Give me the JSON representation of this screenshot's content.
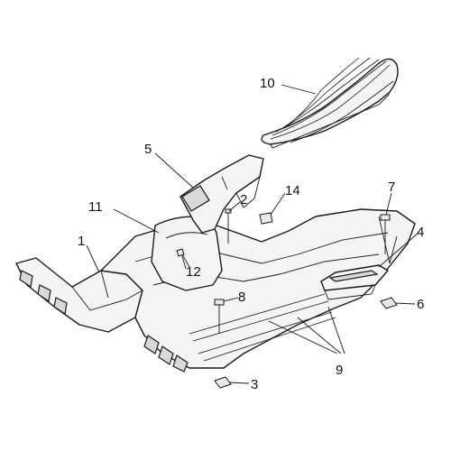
{
  "callouts": [
    {
      "id": "1",
      "label": "1"
    },
    {
      "id": "2",
      "label": "2"
    },
    {
      "id": "3",
      "label": "3"
    },
    {
      "id": "4",
      "label": "4"
    },
    {
      "id": "5",
      "label": "5"
    },
    {
      "id": "6",
      "label": "6"
    },
    {
      "id": "7",
      "label": "7"
    },
    {
      "id": "8",
      "label": "8"
    },
    {
      "id": "9",
      "label": "9"
    },
    {
      "id": "10",
      "label": "10"
    },
    {
      "id": "11",
      "label": "11"
    },
    {
      "id": "12",
      "label": "12"
    },
    {
      "id": "14",
      "label": "14"
    }
  ]
}
